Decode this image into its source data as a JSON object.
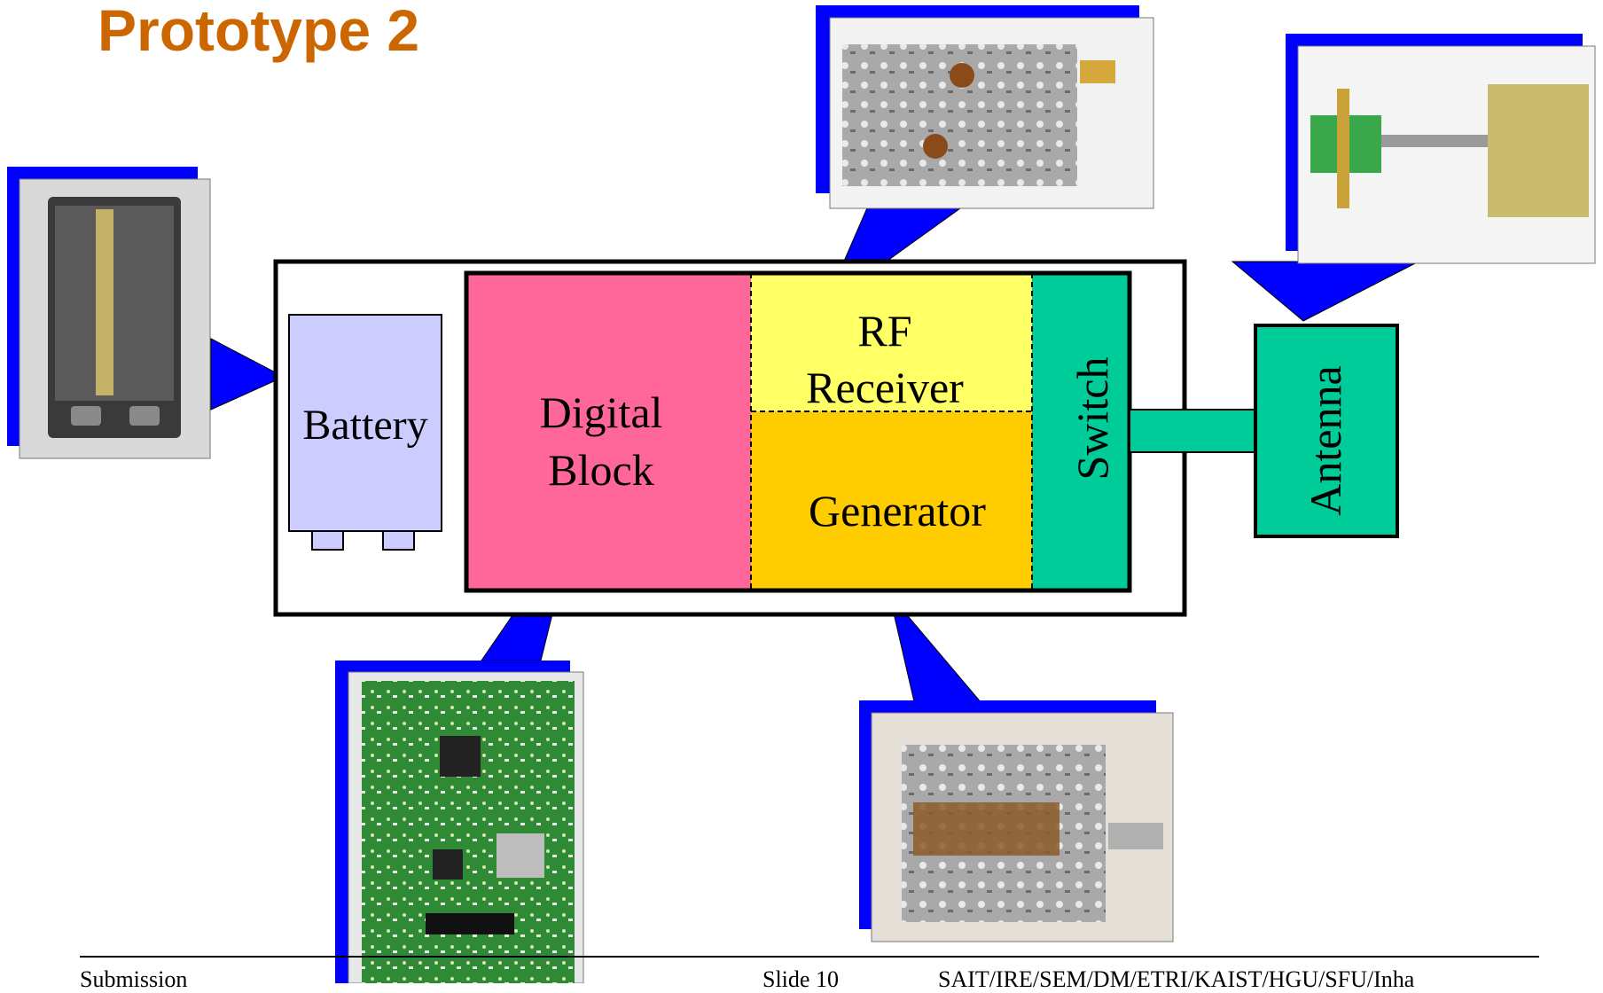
{
  "slide": {
    "title": "Prototype 2",
    "footer": {
      "left": "Submission",
      "center": "Slide 10",
      "right": "SAIT/IRE/SEM/DM/ETRI/KAIST/HGU/SFU/Inha"
    }
  },
  "diagram": {
    "blocks": {
      "battery": "Battery",
      "digital_line1": "Digital",
      "digital_line2": "Block",
      "rf_line1": "RF",
      "rf_line2": "Receiver",
      "generator": "Generator",
      "switch": "Switch",
      "antenna": "Antenna"
    },
    "colors": {
      "battery_fill": "#ccccff",
      "digital_fill": "#ff6699",
      "rf_fill": "#ffff66",
      "generator_fill": "#ffcc00",
      "switch_fill": "#00cc99",
      "antenna_fill": "#00cc99",
      "callout": "#0000ff",
      "title": "#cc6600"
    },
    "photos": [
      {
        "icon": "battery-9v-photo-icon"
      },
      {
        "icon": "rf-receiver-pcb-photo-icon"
      },
      {
        "icon": "antenna-pcb-photo-icon"
      },
      {
        "icon": "digital-block-pcb-photo-icon"
      },
      {
        "icon": "generator-pcb-photo-icon"
      }
    ]
  }
}
